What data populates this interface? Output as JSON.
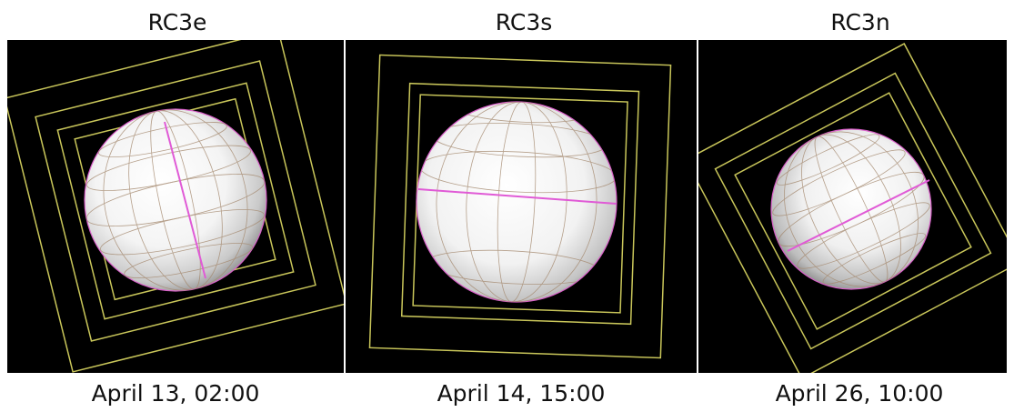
{
  "panels": [
    {
      "title": "RC3e",
      "date": "April 13, 02:00"
    },
    {
      "title": "RC3s",
      "date": "April 14, 15:00"
    },
    {
      "title": "RC3n",
      "date": "April 26, 10:00"
    }
  ],
  "colors": {
    "background": "#000000",
    "frame": "#c9c65a",
    "equator_line": "#e05ad6",
    "grid": "#a58a70"
  }
}
